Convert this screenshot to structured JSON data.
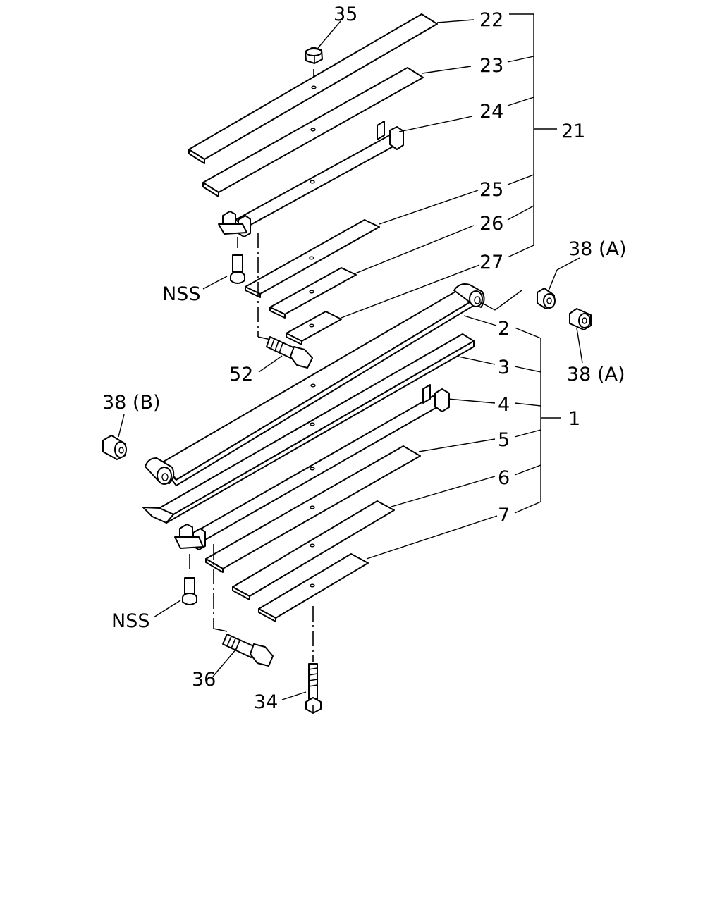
{
  "labels": {
    "l35": "35",
    "l22": "22",
    "l23": "23",
    "l24": "24",
    "l21": "21",
    "l25": "25",
    "l26": "26",
    "l27": "27",
    "l38a_top": "38 (A)",
    "l38a_mid": "38 (A)",
    "lnss_top": "NSS",
    "l52": "52",
    "l2": "2",
    "l3": "3",
    "l4": "4",
    "l1": "1",
    "l5": "5",
    "l6": "6",
    "l7": "7",
    "l38b": "38 (B)",
    "lnss_bot": "NSS",
    "l36": "36",
    "l34": "34"
  }
}
